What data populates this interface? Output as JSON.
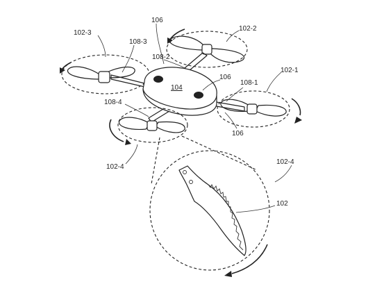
{
  "labels": {
    "rotor_1": "102-1",
    "rotor_2": "102-2",
    "rotor_3": "102-3",
    "rotor_4": "102-4",
    "rotor_4_detail": "102-4",
    "blade": "102",
    "body": "104",
    "sensor_top": "106",
    "sensor_right": "106",
    "sensor_bottom": "106",
    "arm_1": "108-1",
    "arm_2": "108-2",
    "arm_3": "108-3",
    "arm_4": "108-4"
  }
}
